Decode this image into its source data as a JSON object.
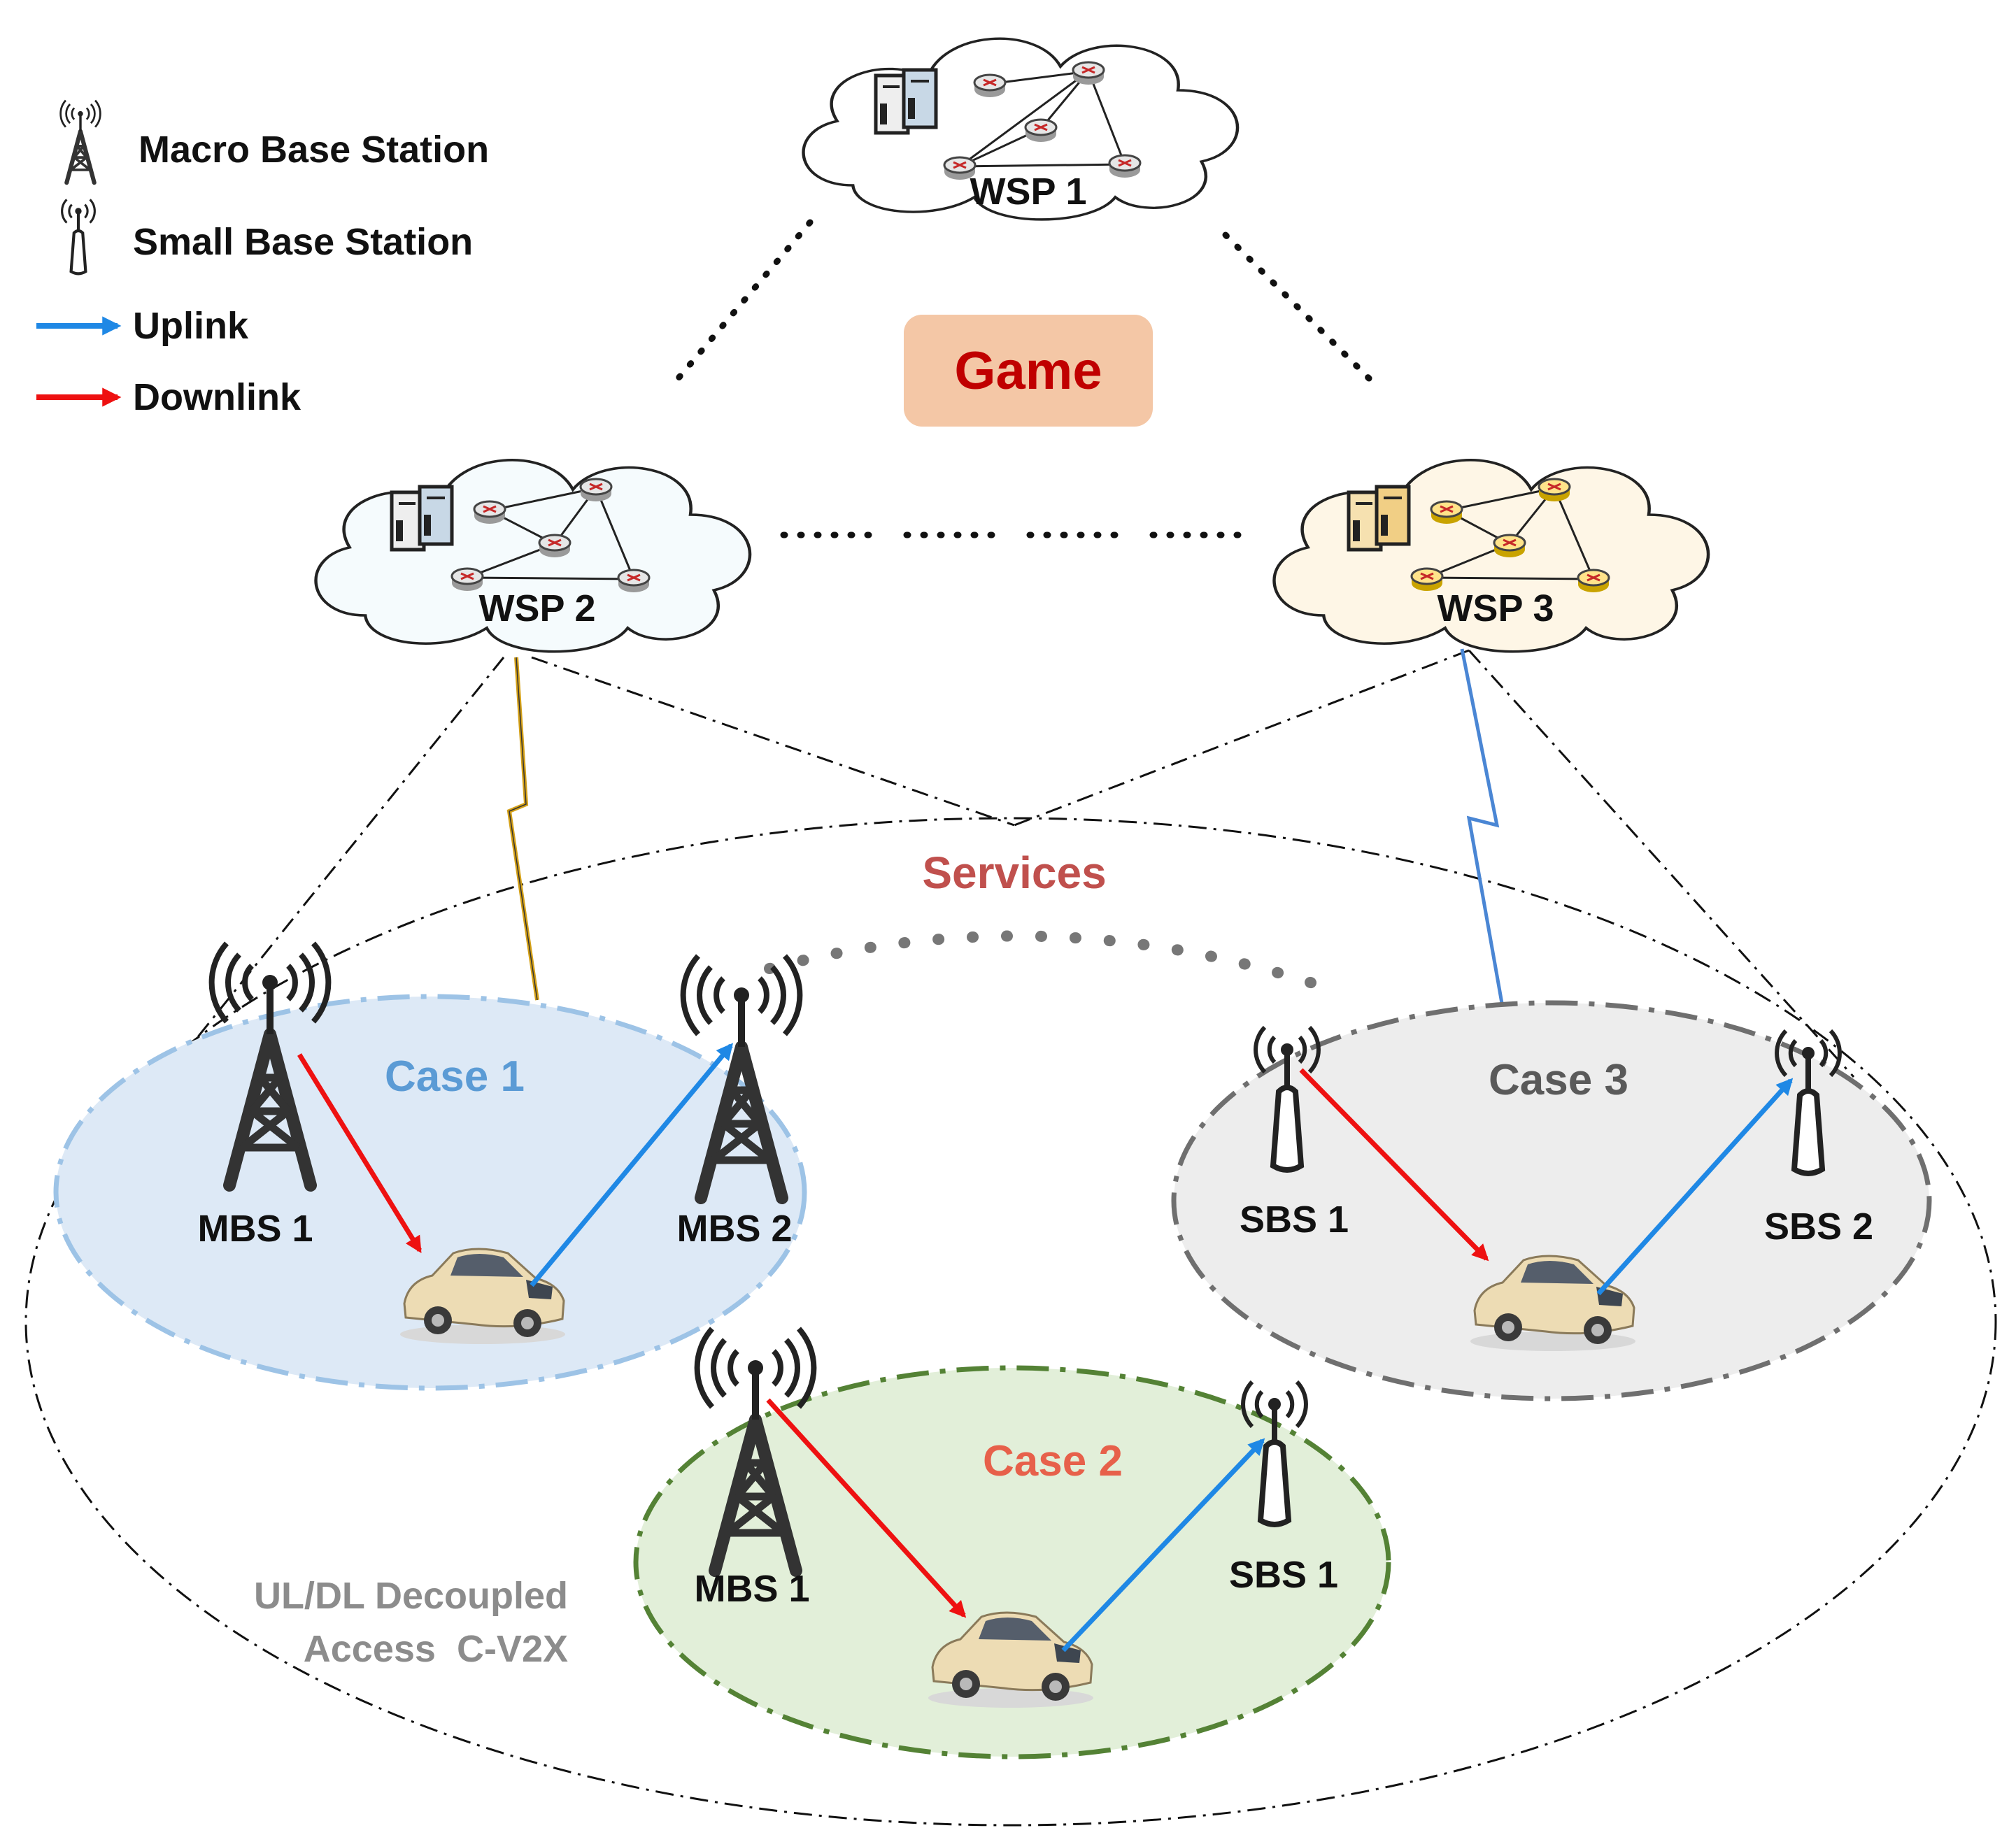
{
  "legend": {
    "macro_base_station": "Macro Base Station",
    "small_base_station": "Small Base Station",
    "uplink": "Uplink",
    "downlink": "Downlink"
  },
  "center": {
    "game": "Game",
    "services": "Services"
  },
  "wsp": {
    "wsp1": "WSP 1",
    "wsp2": "WSP 2",
    "wsp3": "WSP 3"
  },
  "region": {
    "line1": "UL/DL Decoupled",
    "line2": "Access  C-V2X"
  },
  "cases": {
    "case1": {
      "title": "Case 1",
      "dl_station": "MBS 1",
      "ul_station": "MBS 2"
    },
    "case2": {
      "title": "Case 2",
      "dl_station": "MBS 1",
      "ul_station": "SBS 1"
    },
    "case3": {
      "title": "Case 3",
      "dl_station": "SBS 1",
      "ul_station": "SBS 2"
    }
  },
  "colors": {
    "uplink": "#1f88e5",
    "downlink": "#ee1111",
    "game_box": "#f4c7a6",
    "game_text": "#c00000",
    "services_text": "#c0504d",
    "case1_fill": "#dde9f6",
    "case1_border": "#9dc3e6",
    "case1_text": "#5b9bd5",
    "case2_fill": "#e2efd9",
    "case2_border": "#548235",
    "case2_text": "#e7604a",
    "case3_fill": "#ededed",
    "case3_border": "#6f6f6f",
    "case3_text": "#5a5a5a",
    "region_text": "#8c8c8c"
  }
}
